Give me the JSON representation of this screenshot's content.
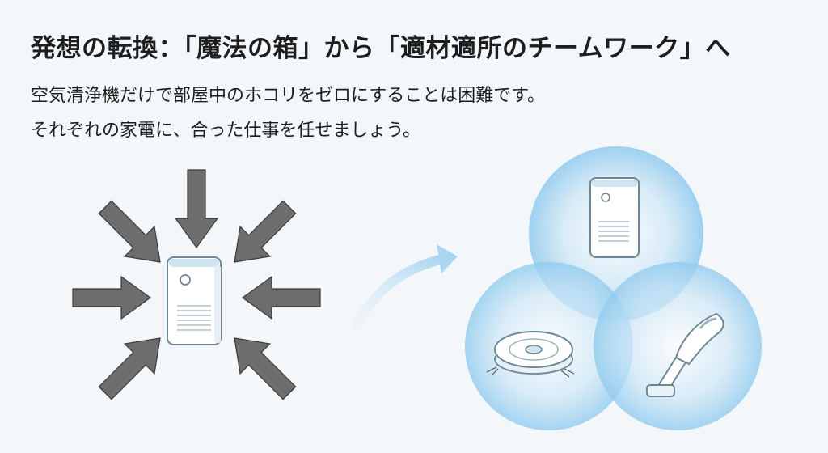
{
  "title": "発想の転換：「魔法の箱」から「適材適所のチームワーク」へ",
  "subtitle_lines": [
    "空気清浄機だけで部屋中のホコリをゼロにすることは困難です。",
    "それぞれの家電に、合った仕事を任せましょう。"
  ],
  "colors": {
    "background": "#f3f7fa",
    "text": "#1e1e1e",
    "arrow_gray": "#6b6b6b",
    "circle_blue": "#7cc1ea",
    "accent_blue": "#bfe0f5"
  },
  "icons": {
    "left": [
      "pressure-arrow-icon",
      "air-purifier-icon"
    ],
    "middle": "curved-arrow-icon",
    "right": [
      "air-purifier-icon",
      "robot-vacuum-icon",
      "handheld-vacuum-icon"
    ]
  }
}
